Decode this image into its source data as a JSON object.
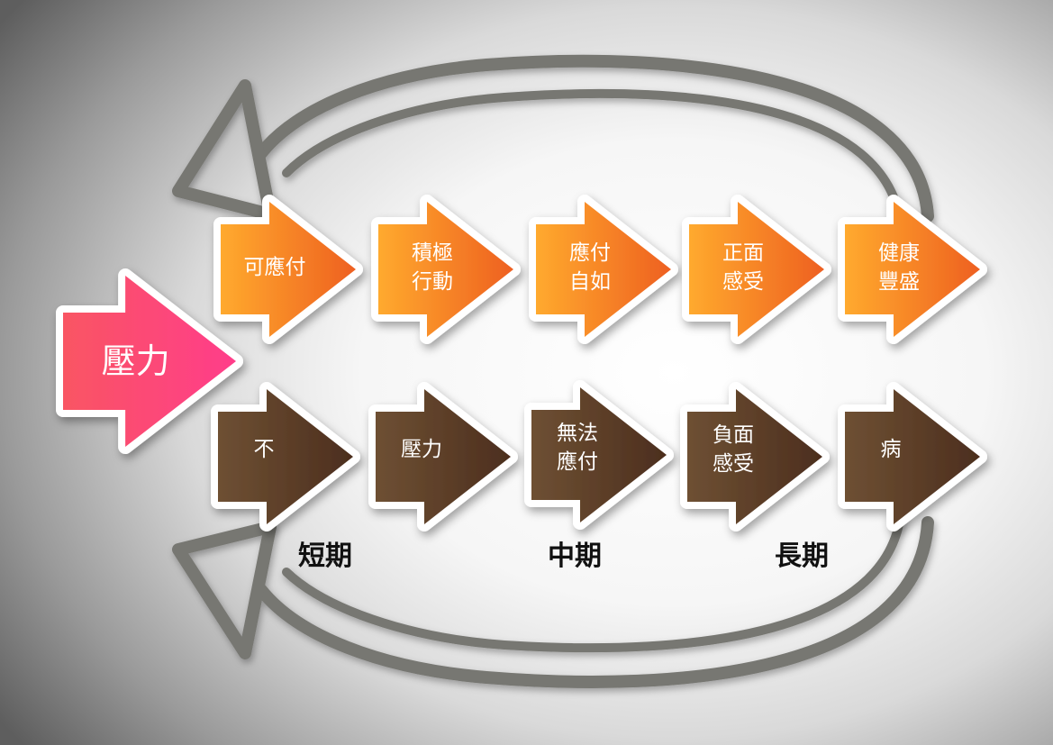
{
  "colors": {
    "main_left": "#f95563",
    "main_right": "#ff3d8a",
    "positive_left": "#ffaa2e",
    "positive_right": "#ee6020",
    "negative_left": "#6e5033",
    "negative_right": "#4c2e1e",
    "loop_stroke": "#777772"
  },
  "main": {
    "label": "壓力"
  },
  "positive_row": [
    {
      "lines": [
        "可應付"
      ]
    },
    {
      "lines": [
        "積極",
        "行動"
      ]
    },
    {
      "lines": [
        "應付",
        "自如"
      ]
    },
    {
      "lines": [
        "正面",
        "感受"
      ]
    },
    {
      "lines": [
        "健康",
        "豐盛"
      ]
    }
  ],
  "negative_row": [
    {
      "lines": [
        "不"
      ]
    },
    {
      "lines": [
        "壓力"
      ]
    },
    {
      "lines": [
        "無法",
        "應付"
      ]
    },
    {
      "lines": [
        "負面",
        "感受"
      ]
    },
    {
      "lines": [
        "病"
      ]
    }
  ],
  "periods": {
    "short": "短期",
    "mid": "中期",
    "long": "長期"
  }
}
